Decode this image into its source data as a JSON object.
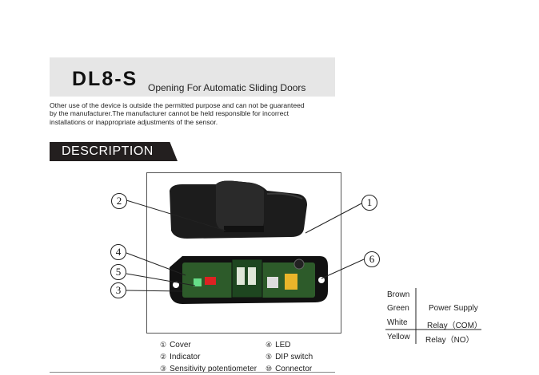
{
  "header": {
    "model": "DL8-S",
    "subtitle": "Opening For Automatic Sliding Doors"
  },
  "disclaimer": {
    "line1": "Other use of the device is outside the permitted purpose and can not be guaranteed",
    "line2": "by the manufacturer.The manufacturer cannot be held responsible for incorrect",
    "line3": "installations or inappropriate adjustments of the sensor."
  },
  "section": {
    "title": "DESCRIPTION"
  },
  "callouts": {
    "c1": "1",
    "c2": "2",
    "c3": "3",
    "c4": "4",
    "c5": "5",
    "c6": "6"
  },
  "legend": {
    "left": [
      {
        "num": "①",
        "label": "Cover"
      },
      {
        "num": "②",
        "label": "Indicator"
      },
      {
        "num": "③",
        "label": "Sensitivity potentiometer"
      }
    ],
    "right": [
      {
        "num": "④",
        "label": "LED"
      },
      {
        "num": "⑤",
        "label": "DIP switch"
      },
      {
        "num": "⑩",
        "label": "Connector"
      }
    ]
  },
  "wiring": {
    "colors": [
      "Brown",
      "Green",
      "White",
      "Yellow"
    ],
    "power_supply": "Power Supply",
    "relay_com": "Relay（COM）",
    "relay_no": "Relay（NO）"
  }
}
